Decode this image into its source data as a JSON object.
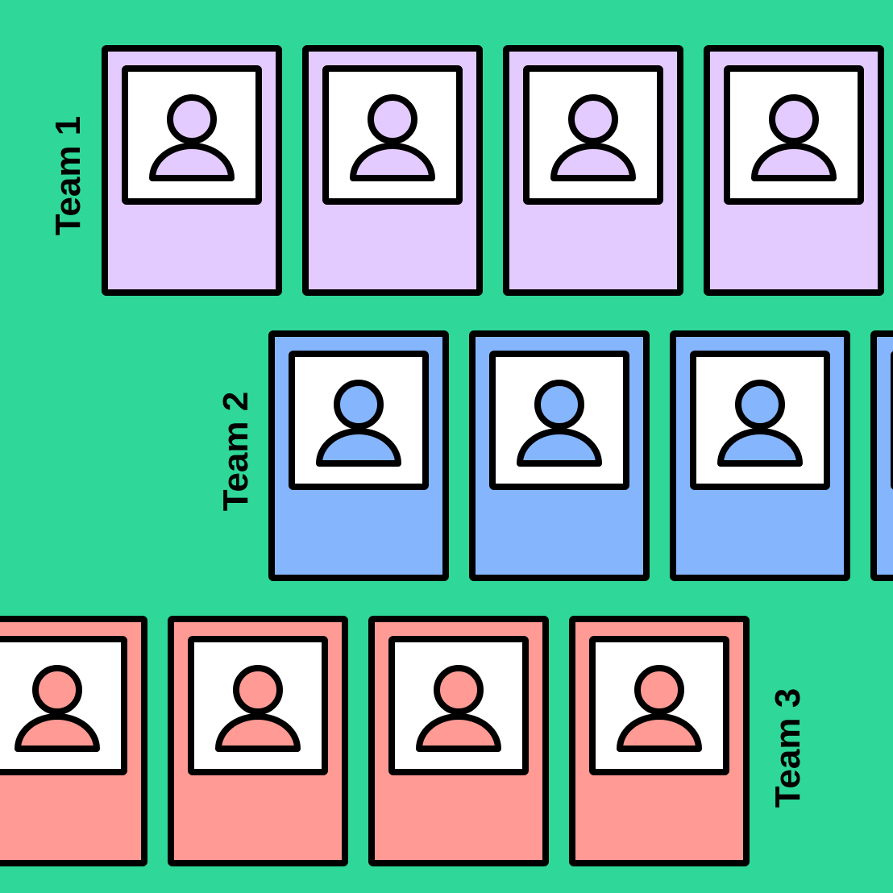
{
  "background": "#2fd898",
  "teams": [
    {
      "label": "Team 1",
      "color": "#e3cbff",
      "members": 4
    },
    {
      "label": "Team 2",
      "color": "#85b6fd",
      "members": 4
    },
    {
      "label": "Team 3",
      "color": "#ff9a94",
      "members": 4
    }
  ]
}
